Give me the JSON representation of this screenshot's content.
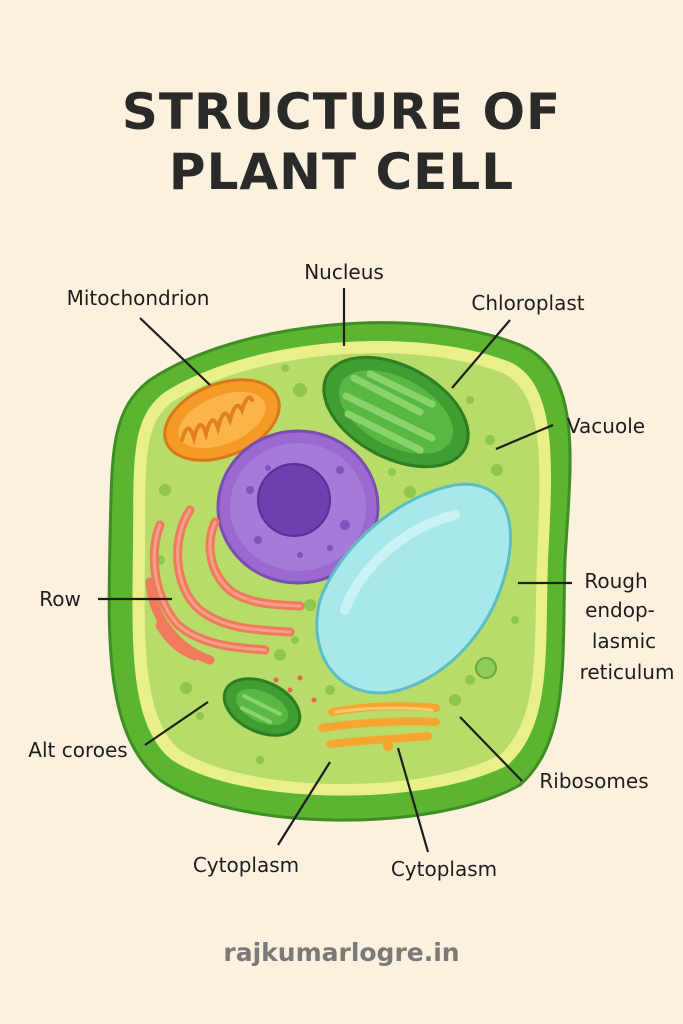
{
  "title": {
    "line1": "STRUCTURE OF",
    "line2": "PLANT CELL"
  },
  "labels": {
    "nucleus": "Nucleus",
    "mitochondrion": "Mitochondrion",
    "chloroplast": "Chloroplast",
    "vacuole": "Vacuole",
    "row": "Row",
    "rough_er": [
      "Rough",
      "endop-",
      "lasmic",
      "reticulum"
    ],
    "alt_coroes": "Alt coroes",
    "ribosomes": "Ribosomes",
    "cytoplasm_left": "Cytoplasm",
    "cytoplasm_right": "Cytoplasm"
  },
  "footer": "rajkumarlogre.in",
  "colors": {
    "background": "#fcf1de",
    "cell_wall": "#5cb531",
    "cytoplasm": "#b8dc6a",
    "nucleus": "#9a6ad0",
    "mitochondrion": "#f59a27",
    "chloroplast": "#3f9d31",
    "vacuole": "#a8e7ea",
    "reticulum": "#ef7a5c",
    "golgi": "#f6a530"
  }
}
